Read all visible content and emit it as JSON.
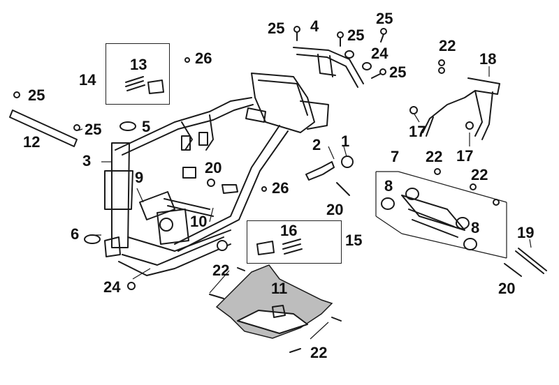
{
  "diagram": {
    "callouts": [
      "1",
      "2",
      "3",
      "4",
      "5",
      "6",
      "7",
      "8",
      "8",
      "9",
      "10",
      "11",
      "12",
      "13",
      "14",
      "15",
      "16",
      "17",
      "17",
      "18",
      "19",
      "20",
      "20",
      "20",
      "22",
      "22",
      "22",
      "22",
      "22",
      "24",
      "24",
      "25",
      "25",
      "25",
      "25",
      "25",
      "25",
      "26",
      "26"
    ]
  },
  "colors": {
    "ink": "#1a1a1a",
    "background": "#ffffff",
    "shade": "#bdbdbd"
  }
}
